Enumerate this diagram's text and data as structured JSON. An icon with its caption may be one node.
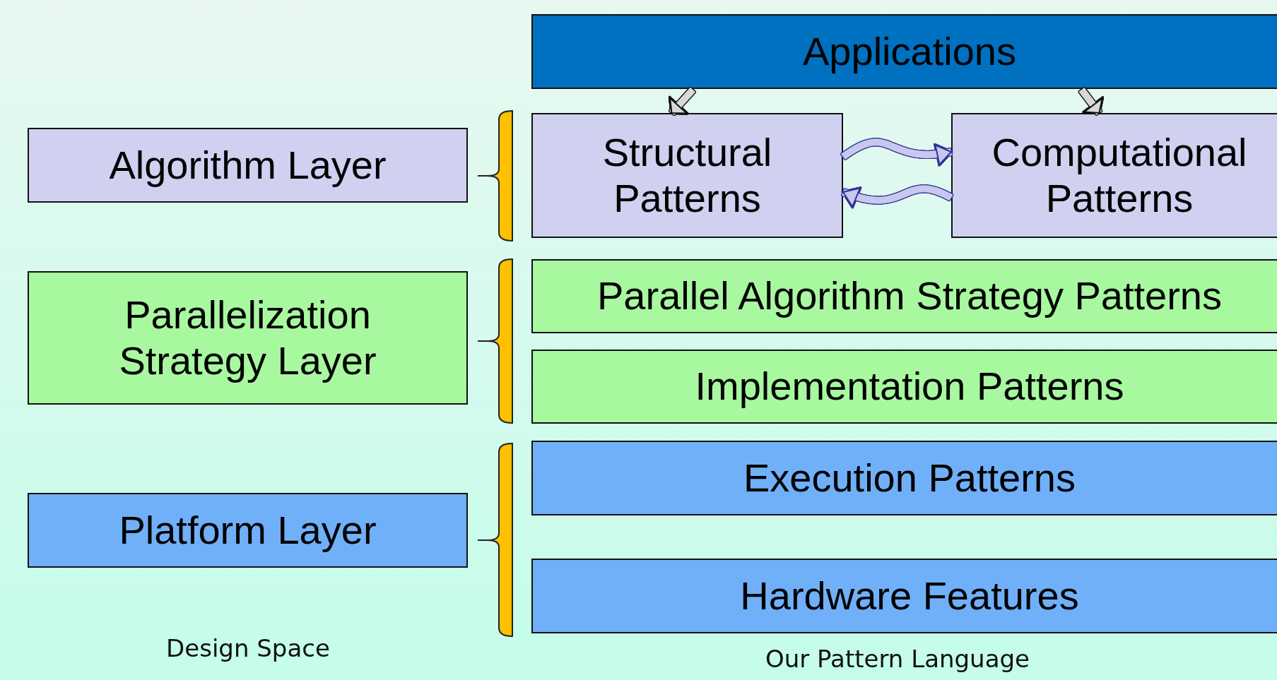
{
  "diagram": {
    "nodes": [
      {
        "text": [
          "Algorithm Layer"
        ]
      },
      {
        "text": [
          "Parallelization Strategy Layer"
        ]
      },
      {
        "text": [
          "Platform Layer"
        ]
      },
      {
        "text": [
          "Applications"
        ]
      },
      {
        "text": [
          "Structural Patterns"
        ]
      },
      {
        "text": [
          "Computational Patterns"
        ]
      },
      {
        "text": [
          "Parallel Algorithm Strategy Patterns"
        ]
      },
      {
        "text": [
          "Implementation Patterns"
        ]
      },
      {
        "text": [
          "Execution Patterns"
        ]
      },
      {
        "text": [
          "Hardware Features"
        ]
      },
      {
        "text": [],
        "shape": "brace"
      },
      {
        "text": [],
        "shape": "brace"
      },
      {
        "text": [],
        "shape": "brace"
      }
    ],
    "edges": [
      {
        "from": 3,
        "to": 4,
        "arrow": "to"
      },
      {
        "from": 3,
        "to": 5,
        "arrow": "to"
      },
      {
        "from": 4,
        "to": 5,
        "arrow": "to",
        "color": "#c8c8ee"
      },
      {
        "from": 5,
        "to": 4,
        "arrow": "to",
        "color": "#c8c8ee"
      }
    ],
    "labels": [
      "Design Space",
      "Our Pattern Language"
    ]
  }
}
